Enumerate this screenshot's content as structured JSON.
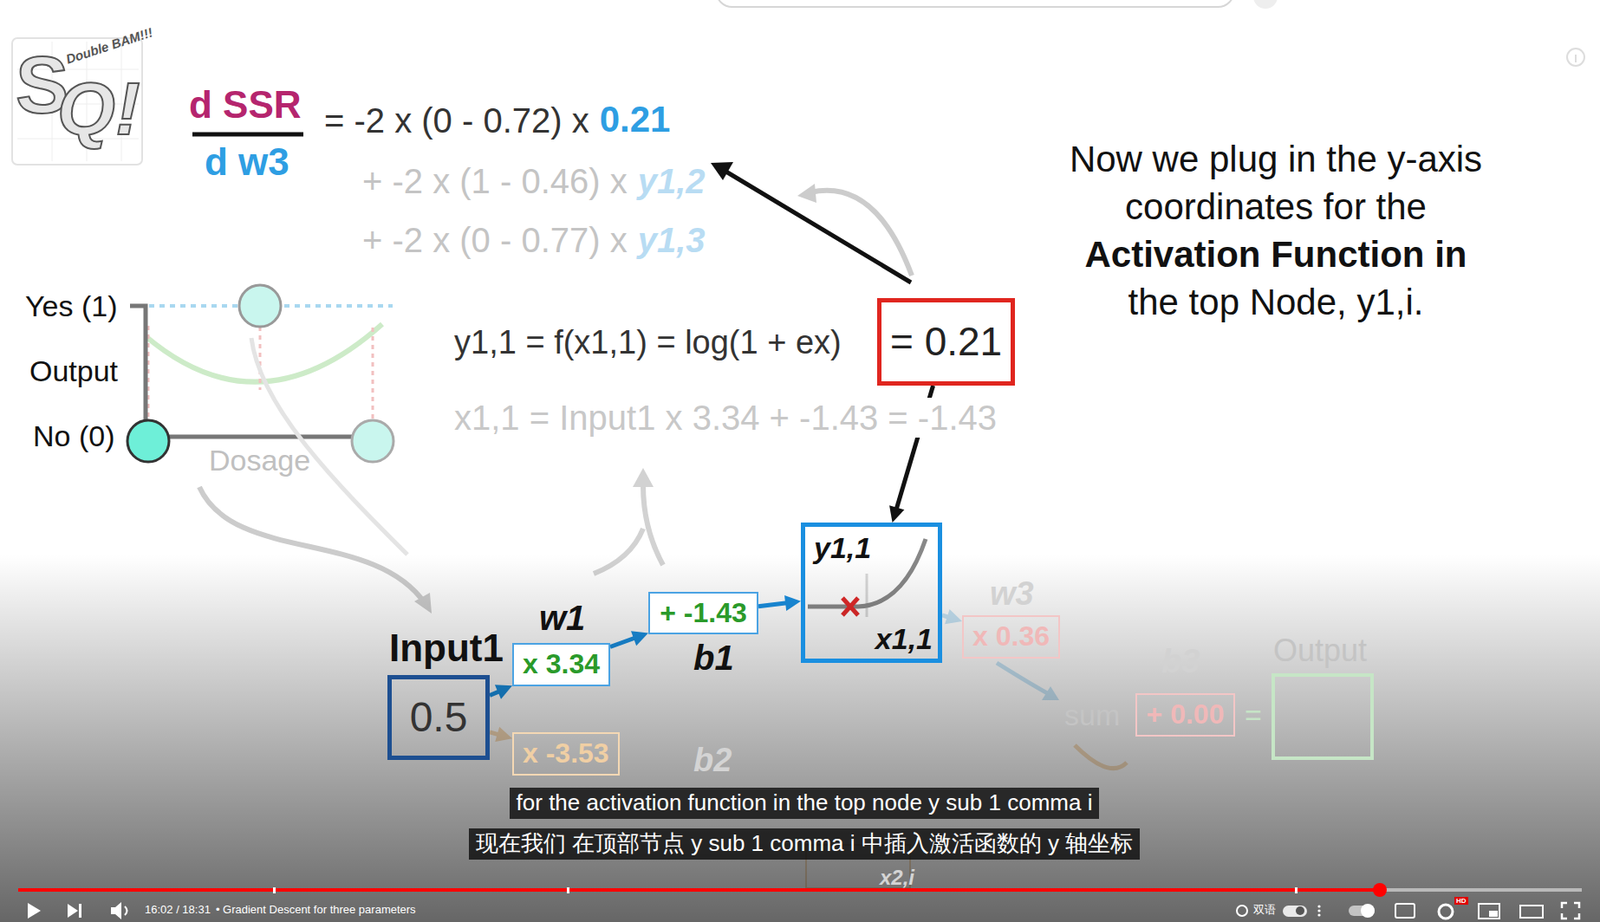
{
  "diagram": {
    "nodes": [
      {
        "text": [
          "= 0.21"
        ]
      },
      {
        "text": [
          "Input1",
          "0.5"
        ]
      },
      {
        "text": [
          "x 3.34"
        ]
      },
      {
        "text": [
          "+ -1.43"
        ]
      },
      {
        "text": [
          "y1,1",
          "x1,1"
        ]
      },
      {
        "text": [
          "x 0.36"
        ]
      },
      {
        "text": [
          "+ 0.00"
        ]
      },
      {
        "text": [
          "Output"
        ]
      },
      {
        "text": [
          "x -3.53"
        ]
      }
    ],
    "edges": [
      {
        "from": 1,
        "to": 2,
        "arrow": "to"
      },
      {
        "from": 2,
        "to": 3,
        "arrow": "to"
      },
      {
        "from": 3,
        "to": 4,
        "arrow": "to"
      },
      {
        "from": 0,
        "to": 4,
        "arrow": "to"
      },
      {
        "from": 4,
        "to": 5,
        "arrow": "to"
      },
      {
        "from": 1,
        "to": 8,
        "arrow": "to"
      }
    ],
    "labels": [
      "Double BAM!!!",
      "S",
      "Q!",
      "d SSR",
      "d w3",
      "= -2 x (0 - 0.72) x",
      "0.21",
      "+ -2 x (1 - 0.46) x",
      "y1,2",
      "+ -2 x (0 - 0.77) x",
      "y1,3",
      "Now we plug in the y-axis",
      "coordinates for the",
      "Activation Function in",
      "the top Node, y1,i.",
      "Yes (1)",
      "Output",
      "No (0)",
      "Dosage",
      "y1,1 = f(x1,1) = log(1 + ex)",
      "x1,1 = Input1 x 3.34 + -1.43 = -1.43",
      "w1",
      "b1",
      "w3",
      "b3",
      "sum",
      "=",
      "b2",
      "x2,i",
      "for the activation function in the top node y sub 1 comma i",
      "现在我们 在顶部节点 y sub 1 comma i 中插入激活函数的 y 轴坐标",
      "16:02 / 18:31",
      "• Gradient Descent for three parameters",
      "双语",
      "HD"
    ]
  }
}
